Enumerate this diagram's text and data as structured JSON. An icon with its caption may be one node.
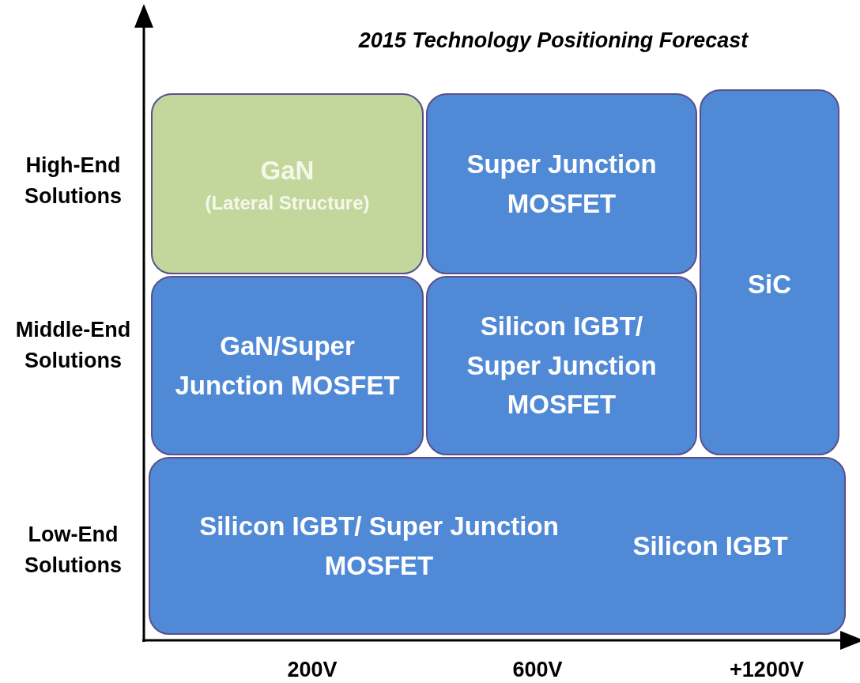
{
  "diagram": {
    "title": "2015 Technology Positioning Forecast",
    "nodes": [
      {
        "text": [
          "GaN",
          "(Lateral Structure)"
        ]
      },
      {
        "text": [
          "Super Junction MOSFET"
        ]
      },
      {
        "text": [
          "SiC"
        ]
      },
      {
        "text": [
          "GaN/Super Junction MOSFET"
        ]
      },
      {
        "text": [
          "Silicon IGBT/ Super Junction MOSFET"
        ]
      },
      {
        "text": [
          "Silicon IGBT/ Super Junction MOSFET",
          "Silicon IGBT"
        ]
      }
    ],
    "labels": [
      "High-End Solutions",
      "Middle-End Solutions",
      "Low-End Solutions",
      "200V",
      "600V",
      "+1200V"
    ]
  }
}
